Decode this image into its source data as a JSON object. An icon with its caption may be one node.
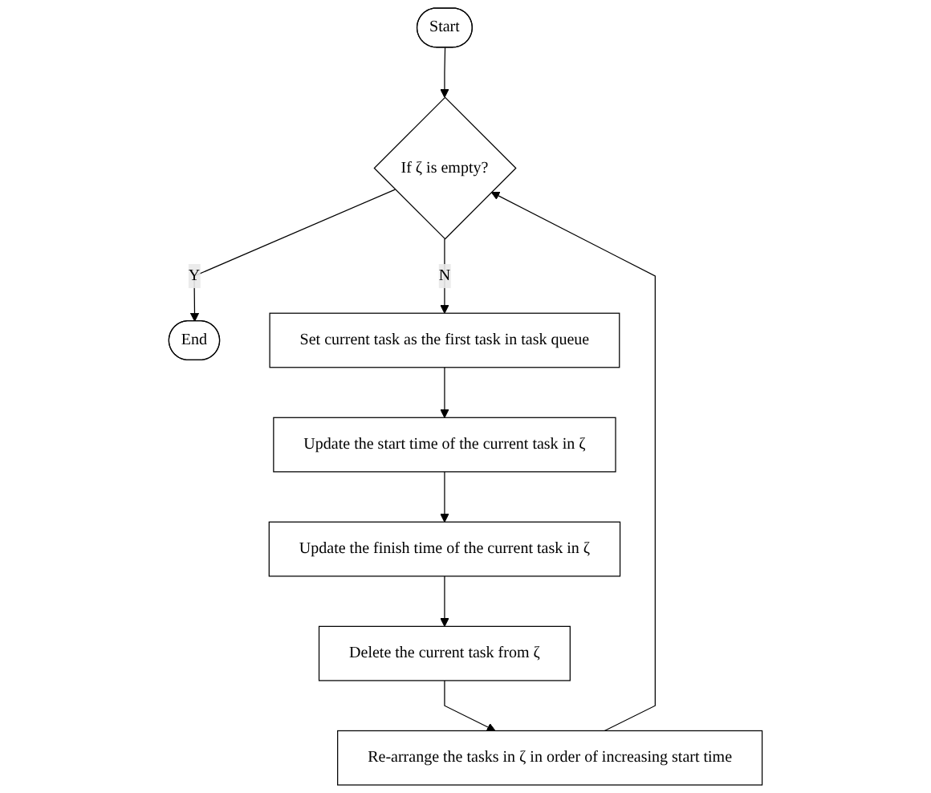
{
  "diagram": {
    "nodes": [
      {
        "text": [
          "Start"
        ]
      },
      {
        "text": [
          "If ζ is empty?"
        ]
      },
      {
        "text": [
          "End"
        ]
      },
      {
        "text": [
          "Set current task as the first task in task queue"
        ]
      },
      {
        "text": [
          "Update the start time of the current task in ζ"
        ]
      },
      {
        "text": [
          "Update the finish time of the current task in ζ"
        ]
      },
      {
        "text": [
          "Delete the current task from ζ"
        ]
      },
      {
        "text": [
          "Re-arrange the tasks in ζ in order of increasing start time"
        ]
      }
    ],
    "edges": [
      {
        "from": 0,
        "to": 1,
        "arrow": "to"
      },
      {
        "from": 1,
        "to": 2,
        "label": "Y",
        "arrow": "to"
      },
      {
        "from": 1,
        "to": 3,
        "label": "N",
        "arrow": "to"
      },
      {
        "from": 3,
        "to": 4,
        "arrow": "to"
      },
      {
        "from": 4,
        "to": 5,
        "arrow": "to"
      },
      {
        "from": 5,
        "to": 6,
        "arrow": "to"
      },
      {
        "from": 6,
        "to": 7,
        "arrow": "to"
      },
      {
        "from": 7,
        "to": 1,
        "arrow": "to"
      }
    ]
  }
}
